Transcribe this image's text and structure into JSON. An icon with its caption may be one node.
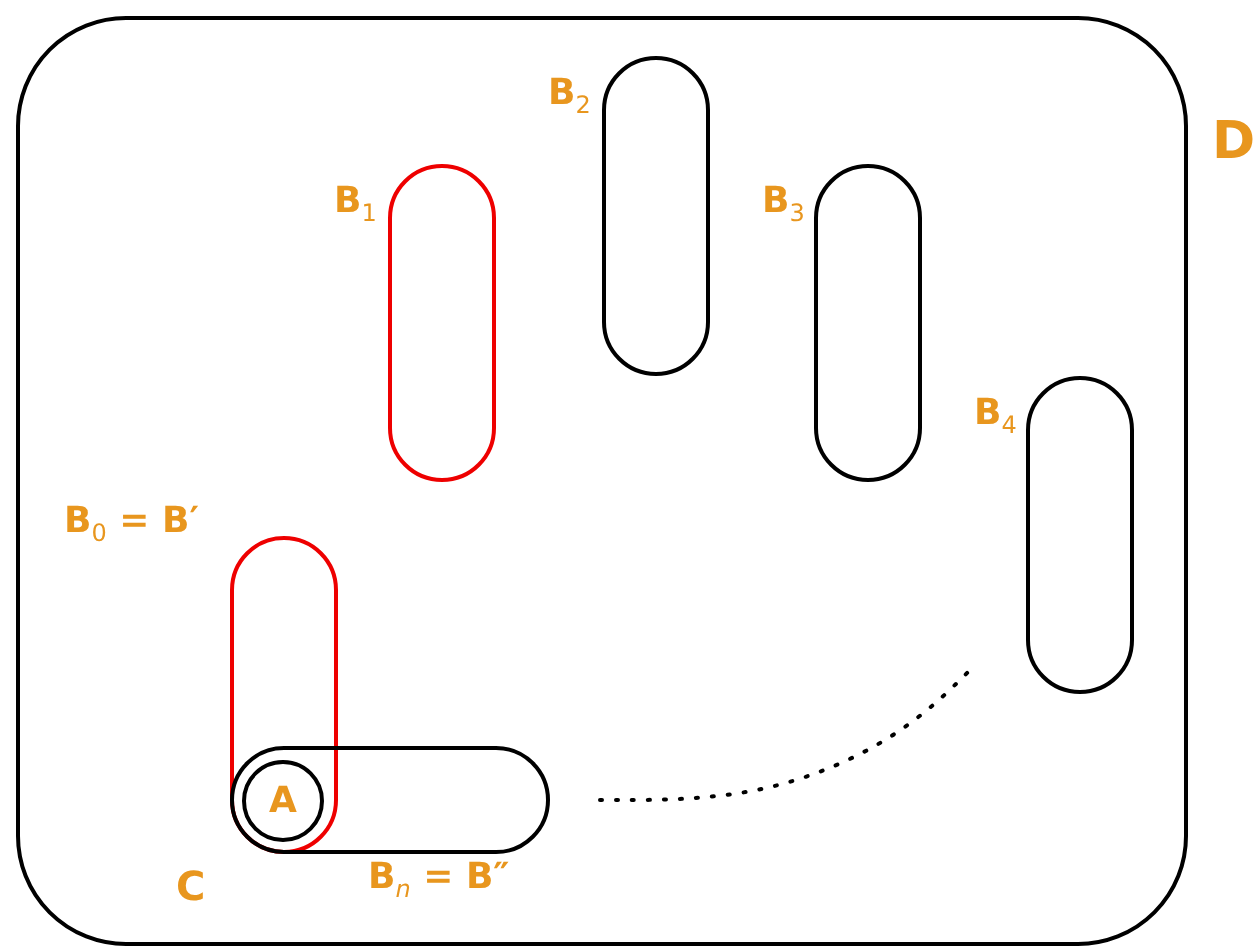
{
  "diagram": {
    "nodes": [
      {
        "text": [
          "D"
        ]
      },
      {
        "text": [
          "B$_{1}$"
        ],
        "in": 0
      },
      {
        "text": [
          "B$_{2}$"
        ],
        "in": 0
      },
      {
        "text": [
          "B$_{3}$"
        ],
        "in": 0
      },
      {
        "text": [
          "B$_{4}$"
        ],
        "in": 0
      },
      {
        "text": [
          "B$_{0}$ =  B′"
        ],
        "in": 0
      },
      {
        "text": [
          "B$_{n}$ =  B″"
        ],
        "in": 0
      },
      {
        "text": [
          "A"
        ]
      }
    ],
    "labels": [
      "C"
    ]
  }
}
